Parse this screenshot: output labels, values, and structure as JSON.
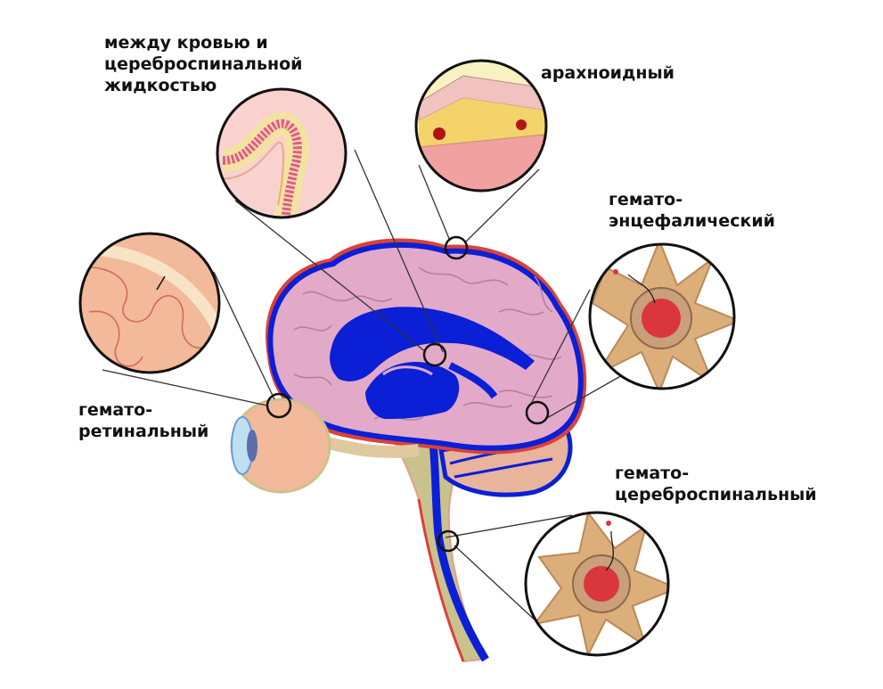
{
  "labels": {
    "blood_csf": [
      "между кровью и",
      "цереброспинальной",
      "жидкостью"
    ],
    "arachnoid": [
      "арахноидный"
    ],
    "hemato_encephalic": [
      "гемато-",
      "энцефалический"
    ],
    "hemato_retinal": [
      "гемато-",
      "ретинальный"
    ],
    "hemato_csf": [
      "гемато-",
      "цереброспинальный"
    ]
  },
  "colors": {
    "brain_fill": "#e3a9c9",
    "ventricle": "#0a1fd6",
    "meninges_red": "#d9423a",
    "stem_fill": "#c9c28c",
    "eye_fill": "#f2b99a",
    "cell_fill": "#dcae7a",
    "nucleus": "#d9363e",
    "inset_bg": "#f9d2cf",
    "arachnoid_bg": "#f8f2c0"
  }
}
